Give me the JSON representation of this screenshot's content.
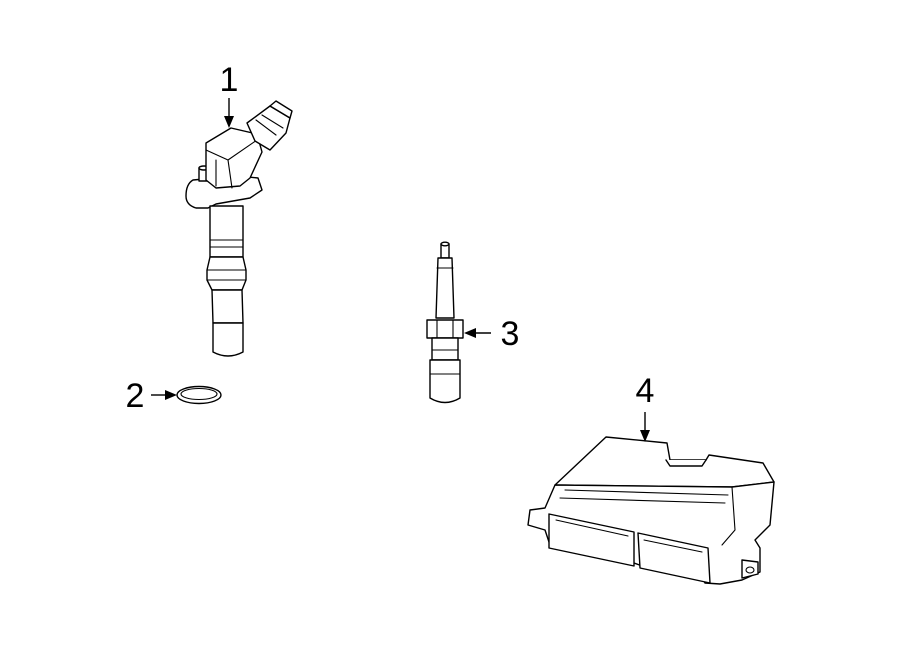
{
  "callouts": [
    {
      "number": "1",
      "part": "ignition-coil"
    },
    {
      "number": "2",
      "part": "o-ring"
    },
    {
      "number": "3",
      "part": "spark-plug"
    },
    {
      "number": "4",
      "part": "engine-control-module"
    }
  ],
  "colors": {
    "line": "#000000",
    "background": "#ffffff"
  }
}
